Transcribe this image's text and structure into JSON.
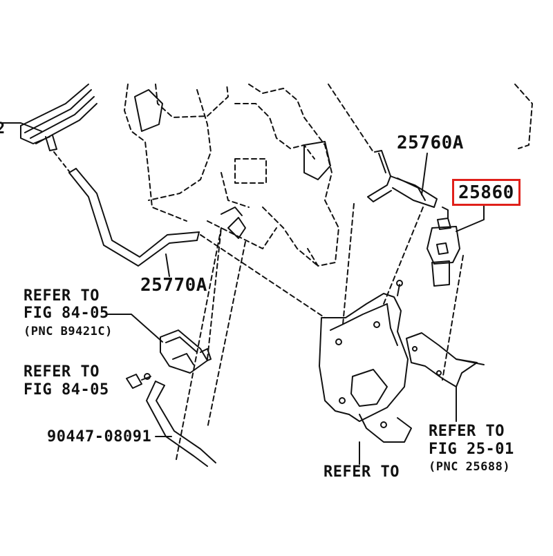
{
  "diagram": {
    "highlight_color": "#e0201a",
    "line_color": "#111111",
    "labels": {
      "part_25760a": "25760A",
      "part_25860": "25860",
      "part_25770a": "25770A",
      "part_90447": "90447-08091",
      "ref_84_05c_l1": "REFER TO",
      "ref_84_05c_l2": "FIG 84-05",
      "ref_84_05c_l3": "(PNC B9421C)",
      "ref_84_05_l1": "REFER TO",
      "ref_84_05_l2": "FIG 84-05",
      "ref_25_01_l1": "REFER TO",
      "ref_25_01_l2": "FIG 25-01",
      "ref_25_01_l3": "(PNC 25688)",
      "ref_bottom_partial": "REFER TO",
      "left_edge_partial": "2"
    }
  }
}
